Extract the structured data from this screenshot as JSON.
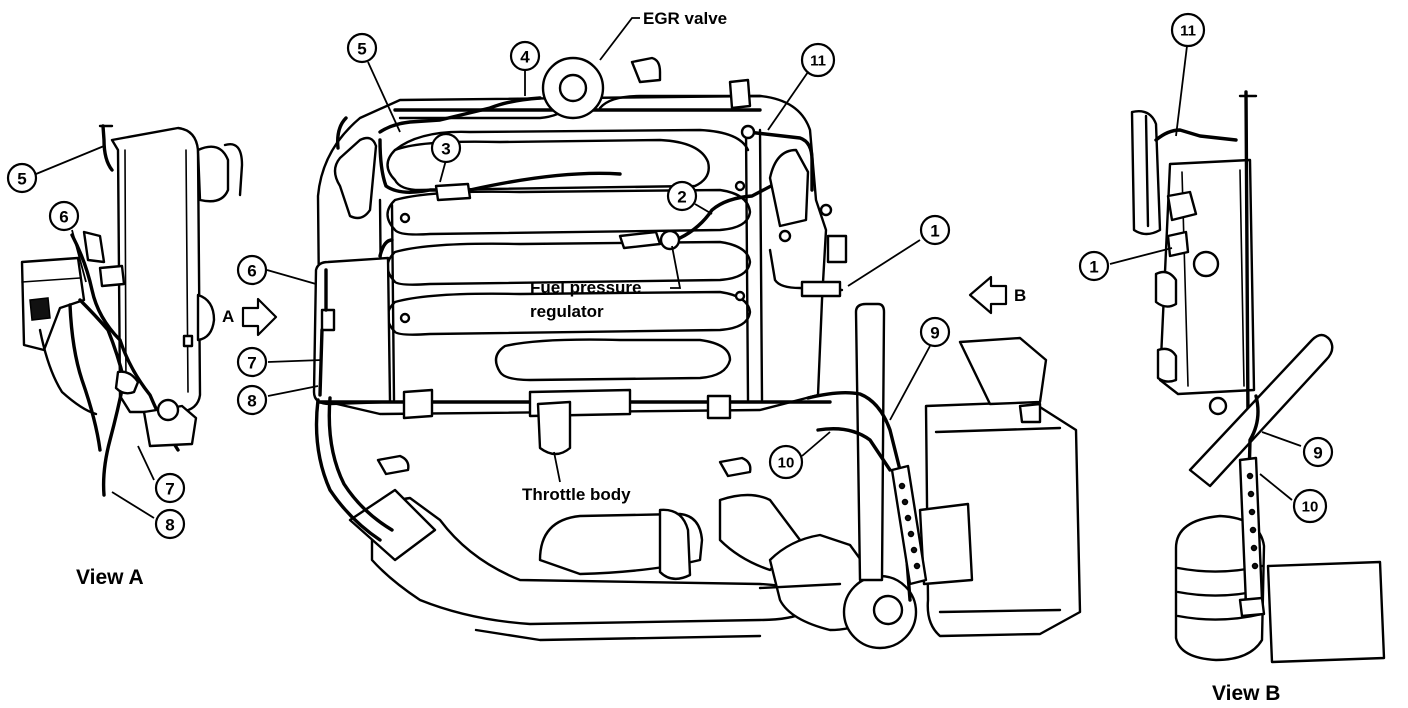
{
  "labels": {
    "egr_valve": "EGR valve",
    "fuel_pressure_regulator_line1": "Fuel pressure",
    "fuel_pressure_regulator_line2": "regulator",
    "throttle_body": "Throttle body",
    "arrow_a": "A",
    "arrow_b": "B"
  },
  "view_titles": {
    "view_a": "View A",
    "view_b": "View B"
  },
  "callouts": {
    "main_1": "1",
    "main_2": "2",
    "main_3": "3",
    "main_4": "4",
    "main_5": "5",
    "main_6": "6",
    "main_7": "7",
    "main_8": "8",
    "main_9": "9",
    "main_10": "10",
    "main_11": "11",
    "a_5": "5",
    "a_6": "6",
    "a_7": "7",
    "a_8": "8",
    "b_1": "1",
    "b_9": "9",
    "b_10": "10",
    "b_11": "11"
  }
}
